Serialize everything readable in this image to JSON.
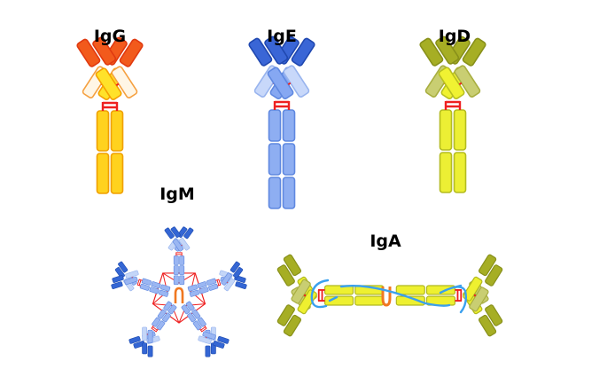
{
  "labels": {
    "igg": "IgG",
    "ige": "IgE",
    "igd": "IgD",
    "igm": "IgM",
    "iga": "IgA"
  },
  "palettes": {
    "igg": {
      "tip": "#f25a1c",
      "tipStroke": "#e03a10",
      "heavy": "#ffe22a",
      "heavyStroke": "#f5a000",
      "light": "#fff6e6",
      "lightStroke": "#f5a040",
      "stem": "#ffd21e",
      "stemStroke": "#f0a000"
    },
    "ige": {
      "tip": "#3a66d6",
      "tipStroke": "#2048b0",
      "heavy": "#86a8f2",
      "heavyStroke": "#5f88e0",
      "light": "#c8d8fa",
      "lightStroke": "#98b4ee",
      "stem": "#8eaef2",
      "stemStroke": "#5f88e0"
    },
    "igd": {
      "tip": "#a6ae24",
      "tipStroke": "#88901a",
      "heavy": "#f0f232",
      "heavyStroke": "#b8c020",
      "light": "#c9ce72",
      "lightStroke": "#a8ae40",
      "stem": "#ecef34",
      "stemStroke": "#b4bc20"
    },
    "igm": {
      "tip": "#3466d4",
      "tipStroke": "#1f4cb0",
      "heavy": "#9ab6f2",
      "heavyStroke": "#5f88e0",
      "light": "#c4d6f8",
      "lightStroke": "#98b4ee",
      "stem": "#9ab6f2",
      "stemStroke": "#5f88e0"
    },
    "iga": {
      "tip": "#a6ae24",
      "tipStroke": "#88901a",
      "heavy": "#eef030",
      "heavyStroke": "#b0b820",
      "light": "#c9ce72",
      "lightStroke": "#a8ae40",
      "stem": "#eef030",
      "stemStroke": "#b0b820"
    }
  },
  "accents": {
    "disulfide": "#ee2020",
    "jchain": "#f07820",
    "secretory": "#3aa0ee"
  }
}
